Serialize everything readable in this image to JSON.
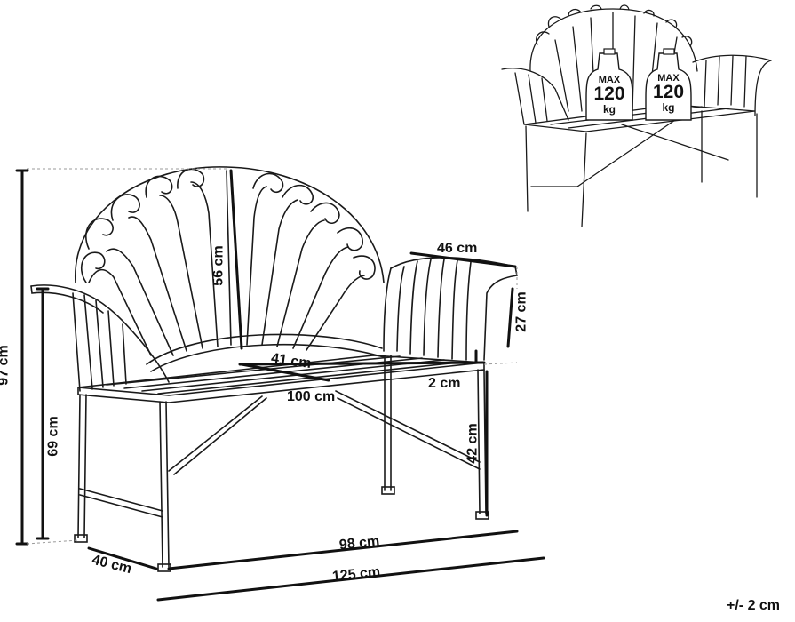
{
  "dimensions": {
    "total_height": "97 cm",
    "arm_height": "69 cm",
    "back_height": "56 cm",
    "seat_depth": "41 cm",
    "seat_width": "100 cm",
    "armrest_length": "46 cm",
    "armrest_height": "27 cm",
    "seat_thickness": "2 cm",
    "seat_height": "42 cm",
    "leg_span": "98 cm",
    "depth": "40 cm",
    "total_width": "125 cm"
  },
  "tolerance": "+/- 2 cm",
  "badges": [
    {
      "max": "MAX",
      "weight": "120",
      "unit": "kg"
    },
    {
      "max": "MAX",
      "weight": "120",
      "unit": "kg"
    }
  ],
  "colors": {
    "line": "#1a1a1a",
    "dashed": "#9a9a9a"
  }
}
